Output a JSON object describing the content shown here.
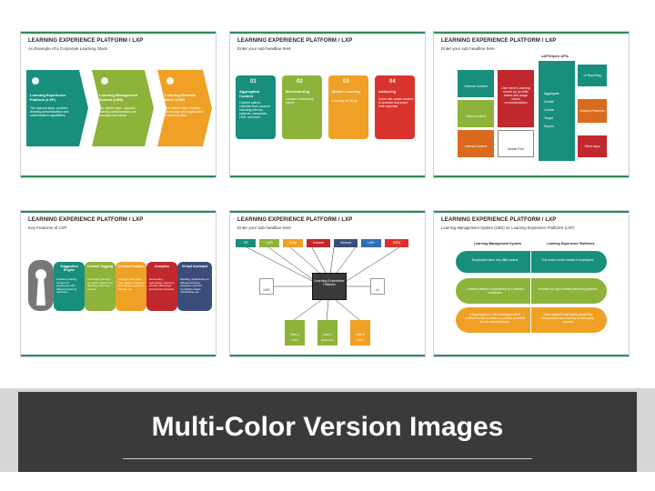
{
  "slides": {
    "s1": {
      "title": "LEARNING EXPERIENCE PLATFORM / LXP",
      "subtitle": "An Example of a Corporate Learning Stack",
      "arrows": [
        {
          "label": "Learning Experience Platform (LXP)",
          "desc": "The topmost layer, provides learning personalization and customization capabilities.",
          "color": "#178f7c"
        },
        {
          "label": "Learning Management System (LMS)",
          "desc": "The middle layer, supports learning administration and management needs.",
          "color": "#8db33a"
        },
        {
          "label": "Learning Records Store (LRS)",
          "desc": "The bottom layer, handles the storage and organization of learning data.",
          "color": "#f0a125"
        }
      ]
    },
    "s2": {
      "title": "LEARNING EXPERIENCE PLATFORM / LXP",
      "subtitle": "Enter your sub headline here",
      "pieces": [
        {
          "num": "01",
          "label": "Aggregated Content",
          "desc": "Content options collected from sources including internal, external, companies LMS, and more",
          "color": "#178f7c"
        },
        {
          "num": "02",
          "label": "Microlearning",
          "desc": "Content is bite-sized pieces",
          "color": "#8db33a"
        },
        {
          "num": "03",
          "label": "Mobile Learning",
          "desc": "Learning on the go",
          "color": "#f0a125"
        },
        {
          "num": "04",
          "label": "Authoring",
          "desc": "Users can curate content to promote and share their expertise",
          "color": "#d9342b"
        }
      ]
    },
    "s3": {
      "title": "LEARNING EXPERIENCE PLATFORM / LXP",
      "subtitle": "Enter your sub headline here",
      "api_label": "xAPI/Open APIs",
      "left": [
        {
          "label": "External Content",
          "color": "#178f7c"
        },
        {
          "label": "Open Content",
          "color": "#8db33a"
        },
        {
          "label": "Internal Content",
          "color": "#d96a1e"
        }
      ],
      "center_text": "User driven Learning served up by skills based and usage based recommendation",
      "mobile_label": "Mobile First",
      "list": [
        "Aggregate",
        "Curate",
        "Create",
        "Target",
        "Report"
      ],
      "right": [
        {
          "label": "UI Reporting",
          "color": "#178f7c"
        },
        {
          "label": "Delivery Platforms",
          "color": "#d96a1e"
        },
        {
          "label": "Other apps",
          "color": "#c0282d"
        }
      ]
    },
    "s4": {
      "title": "LEARNING EXPERIENCE PLATFORM / LXP",
      "subtitle": "Key Features of LXP",
      "features": [
        {
          "label": "Suggestion Engine",
          "desc": "Collating training content for employees with different learning attributes",
          "color": "#178f7c"
        },
        {
          "label": "Content Tagging",
          "desc": "Automatic indexing for easier search and filtering of learning content",
          "color": "#8db33a"
        },
        {
          "label": "Content Curation",
          "desc": "Collects information from different sources like videos, podcasts, articles, etc.",
          "color": "#f0a125"
        },
        {
          "label": "Analytics",
          "desc": "Generating automated reports to identify skills gaps and learner behavior",
          "color": "#c0282d"
        },
        {
          "label": "Virtual Assistant",
          "desc": "Sending notifications on different training programs such as completion dates, onboarding, etc.",
          "color": "#3a4d7a"
        }
      ]
    },
    "s5": {
      "title": "LEARNING EXPERIENCE PLATFORM / LXP",
      "subtitle": "Enter your sub headline here",
      "top": [
        {
          "label": "VR",
          "color": "#178f7c"
        },
        {
          "label": "LMS",
          "color": "#8db33a"
        },
        {
          "label": "CRM",
          "color": "#f0a125"
        },
        {
          "label": "Content",
          "color": "#c0282d"
        },
        {
          "label": "Intranet",
          "color": "#3a4d7a"
        },
        {
          "label": "LMS",
          "color": "#2f6fb5"
        },
        {
          "label": "HCM",
          "color": "#d9342b"
        }
      ],
      "center": "Learning Experience Platform",
      "left_box": "LMS",
      "right_box": "AI",
      "users": [
        {
          "label": "User 1",
          "sub": "Video",
          "color": "#8db33a"
        },
        {
          "label": "User 2",
          "sub": "Document",
          "color": "#8db33a"
        },
        {
          "label": "User 3",
          "sub": "Form",
          "color": "#f0a125"
        }
      ]
    },
    "s6": {
      "title": "LEARNING EXPERIENCE PLATFORM / LXP",
      "subtitle": "Learning Management System (LMS) vs. Learning Experience Platforms (LXP)",
      "col_left": "Learning Management System",
      "col_right": "Learning Experience Platforms",
      "rows": [
        {
          "left": "Employees have very little control",
          "right": "Full control in the hands of employees",
          "color": "#178f7c"
        },
        {
          "left": "Confines learner's experience to a defined curriculum",
          "right": "Provides an open-ended discovery platform",
          "color": "#8db33a"
        },
        {
          "left": "Closed system, with learning content confined to the modules & courses provided by the administrators",
          "right": "Open systems that freely permit the incorporation and sharing of third-party content",
          "color": "#f0a125"
        }
      ]
    }
  },
  "banner": {
    "title": "Multi-Color Version Images"
  }
}
